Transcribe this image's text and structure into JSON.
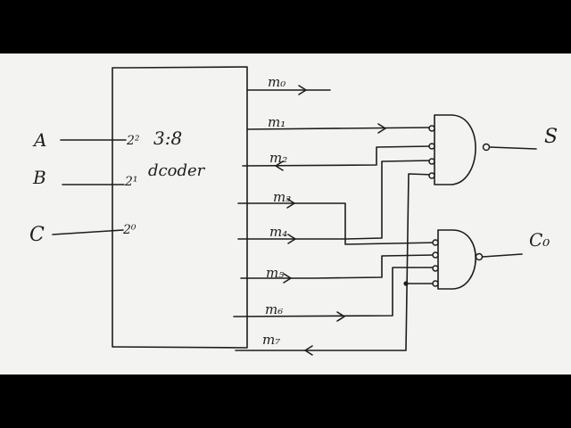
{
  "decoder": {
    "size_label": "3:8",
    "name_label": "dcoder",
    "select_labels": [
      "2²",
      "2¹",
      "2⁰"
    ]
  },
  "inputs": [
    "A",
    "B",
    "C"
  ],
  "outputs_minterms": [
    "m₀",
    "m₁",
    "m₂",
    "m₃",
    "m₄",
    "m₅",
    "m₆",
    "m₇"
  ],
  "gate_outputs": {
    "sum": "S",
    "carry": "C₀"
  },
  "connections": {
    "sum_gate": [
      "m₁",
      "m₂",
      "m₄",
      "m₇"
    ],
    "carry_gate": [
      "m₃",
      "m₅",
      "m₆",
      "m₇"
    ]
  },
  "colors": {
    "ink": "#1d1d1d",
    "paper": "#f3f3f1",
    "frame": "#000000"
  }
}
